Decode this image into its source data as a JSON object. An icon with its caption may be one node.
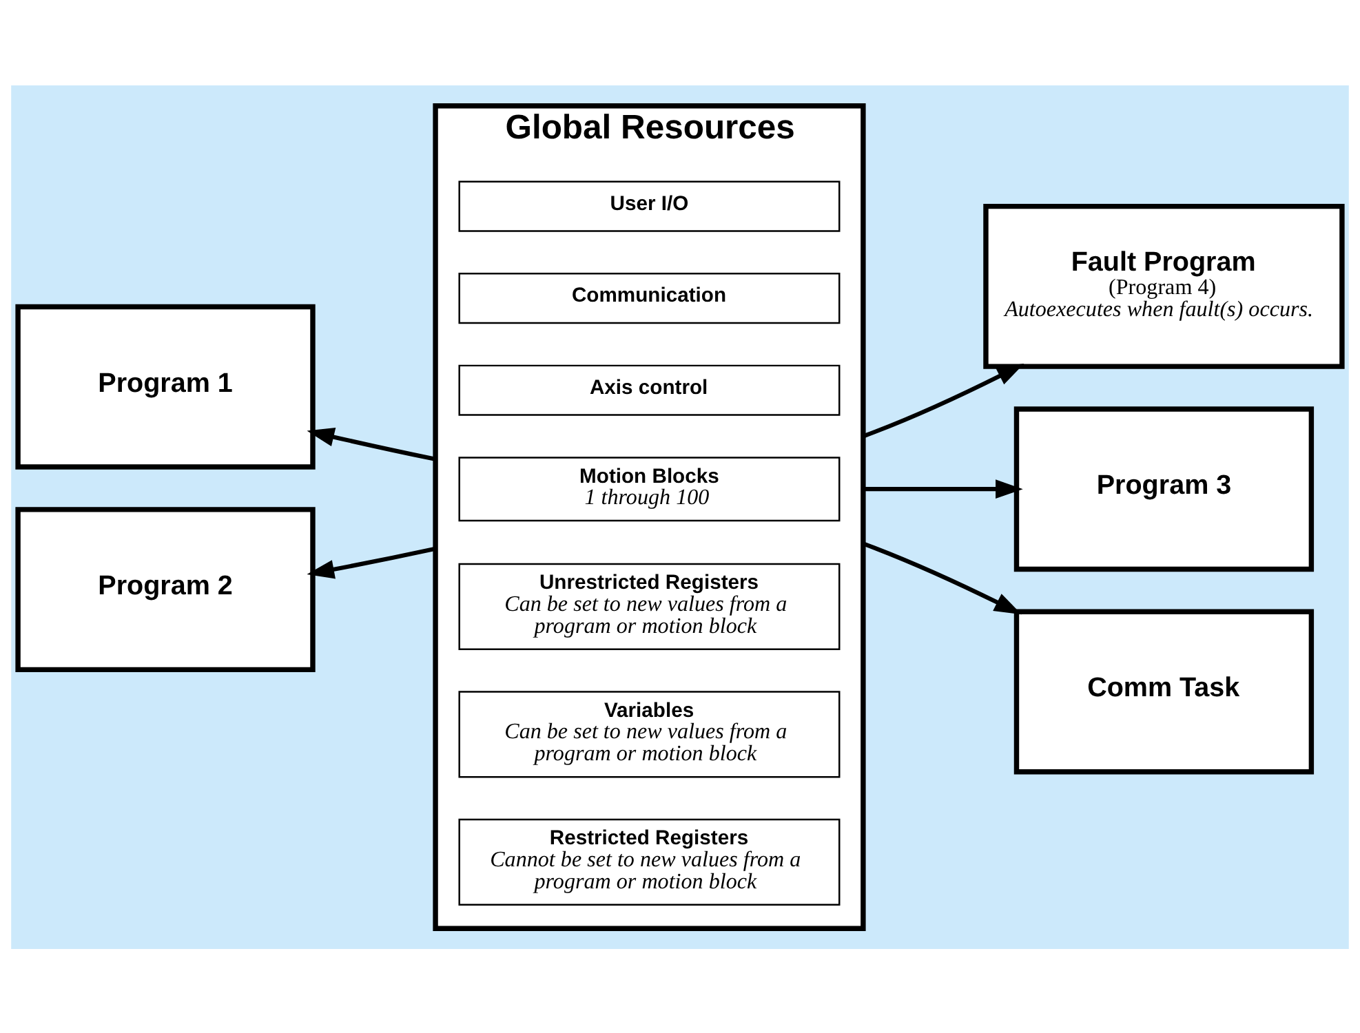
{
  "diagram": {
    "nodes": [
      {
        "text": [
          "Global Resources"
        ]
      },
      {
        "text": [
          "Restricted Registers",
          "Cannot be set to new values from a program or motion block"
        ],
        "in": 0
      },
      {
        "text": [
          "Variables",
          "Can be set to new values from a program or motion block"
        ],
        "in": 0
      },
      {
        "text": [
          "Unrestricted Registers",
          "Can be set to new values from a program or motion block"
        ],
        "in": 0
      },
      {
        "text": [
          "Motion Blocks",
          "1 through 100"
        ],
        "in": 0
      },
      {
        "text": [
          "Axis control"
        ],
        "in": 0
      },
      {
        "text": [
          "Communication"
        ],
        "in": 0
      },
      {
        "text": [
          "User I/O"
        ],
        "in": 0
      },
      {
        "text": [
          "Program 1"
        ]
      },
      {
        "text": [
          "Program 2"
        ]
      },
      {
        "text": [
          "Fault Program",
          "(Program 4)",
          "Autoexecutes when fault(s) occurs."
        ]
      },
      {
        "text": [
          "Program 3"
        ]
      },
      {
        "text": [
          "Comm Task"
        ]
      }
    ],
    "edges": [
      {
        "from": 0,
        "to": 8,
        "arrow": "to"
      },
      {
        "from": 0,
        "to": 9,
        "arrow": "to"
      },
      {
        "from": 0,
        "to": 10,
        "arrow": "to"
      },
      {
        "from": 0,
        "to": 11,
        "arrow": "to"
      },
      {
        "from": 0,
        "to": 12,
        "arrow": "to"
      }
    ]
  }
}
